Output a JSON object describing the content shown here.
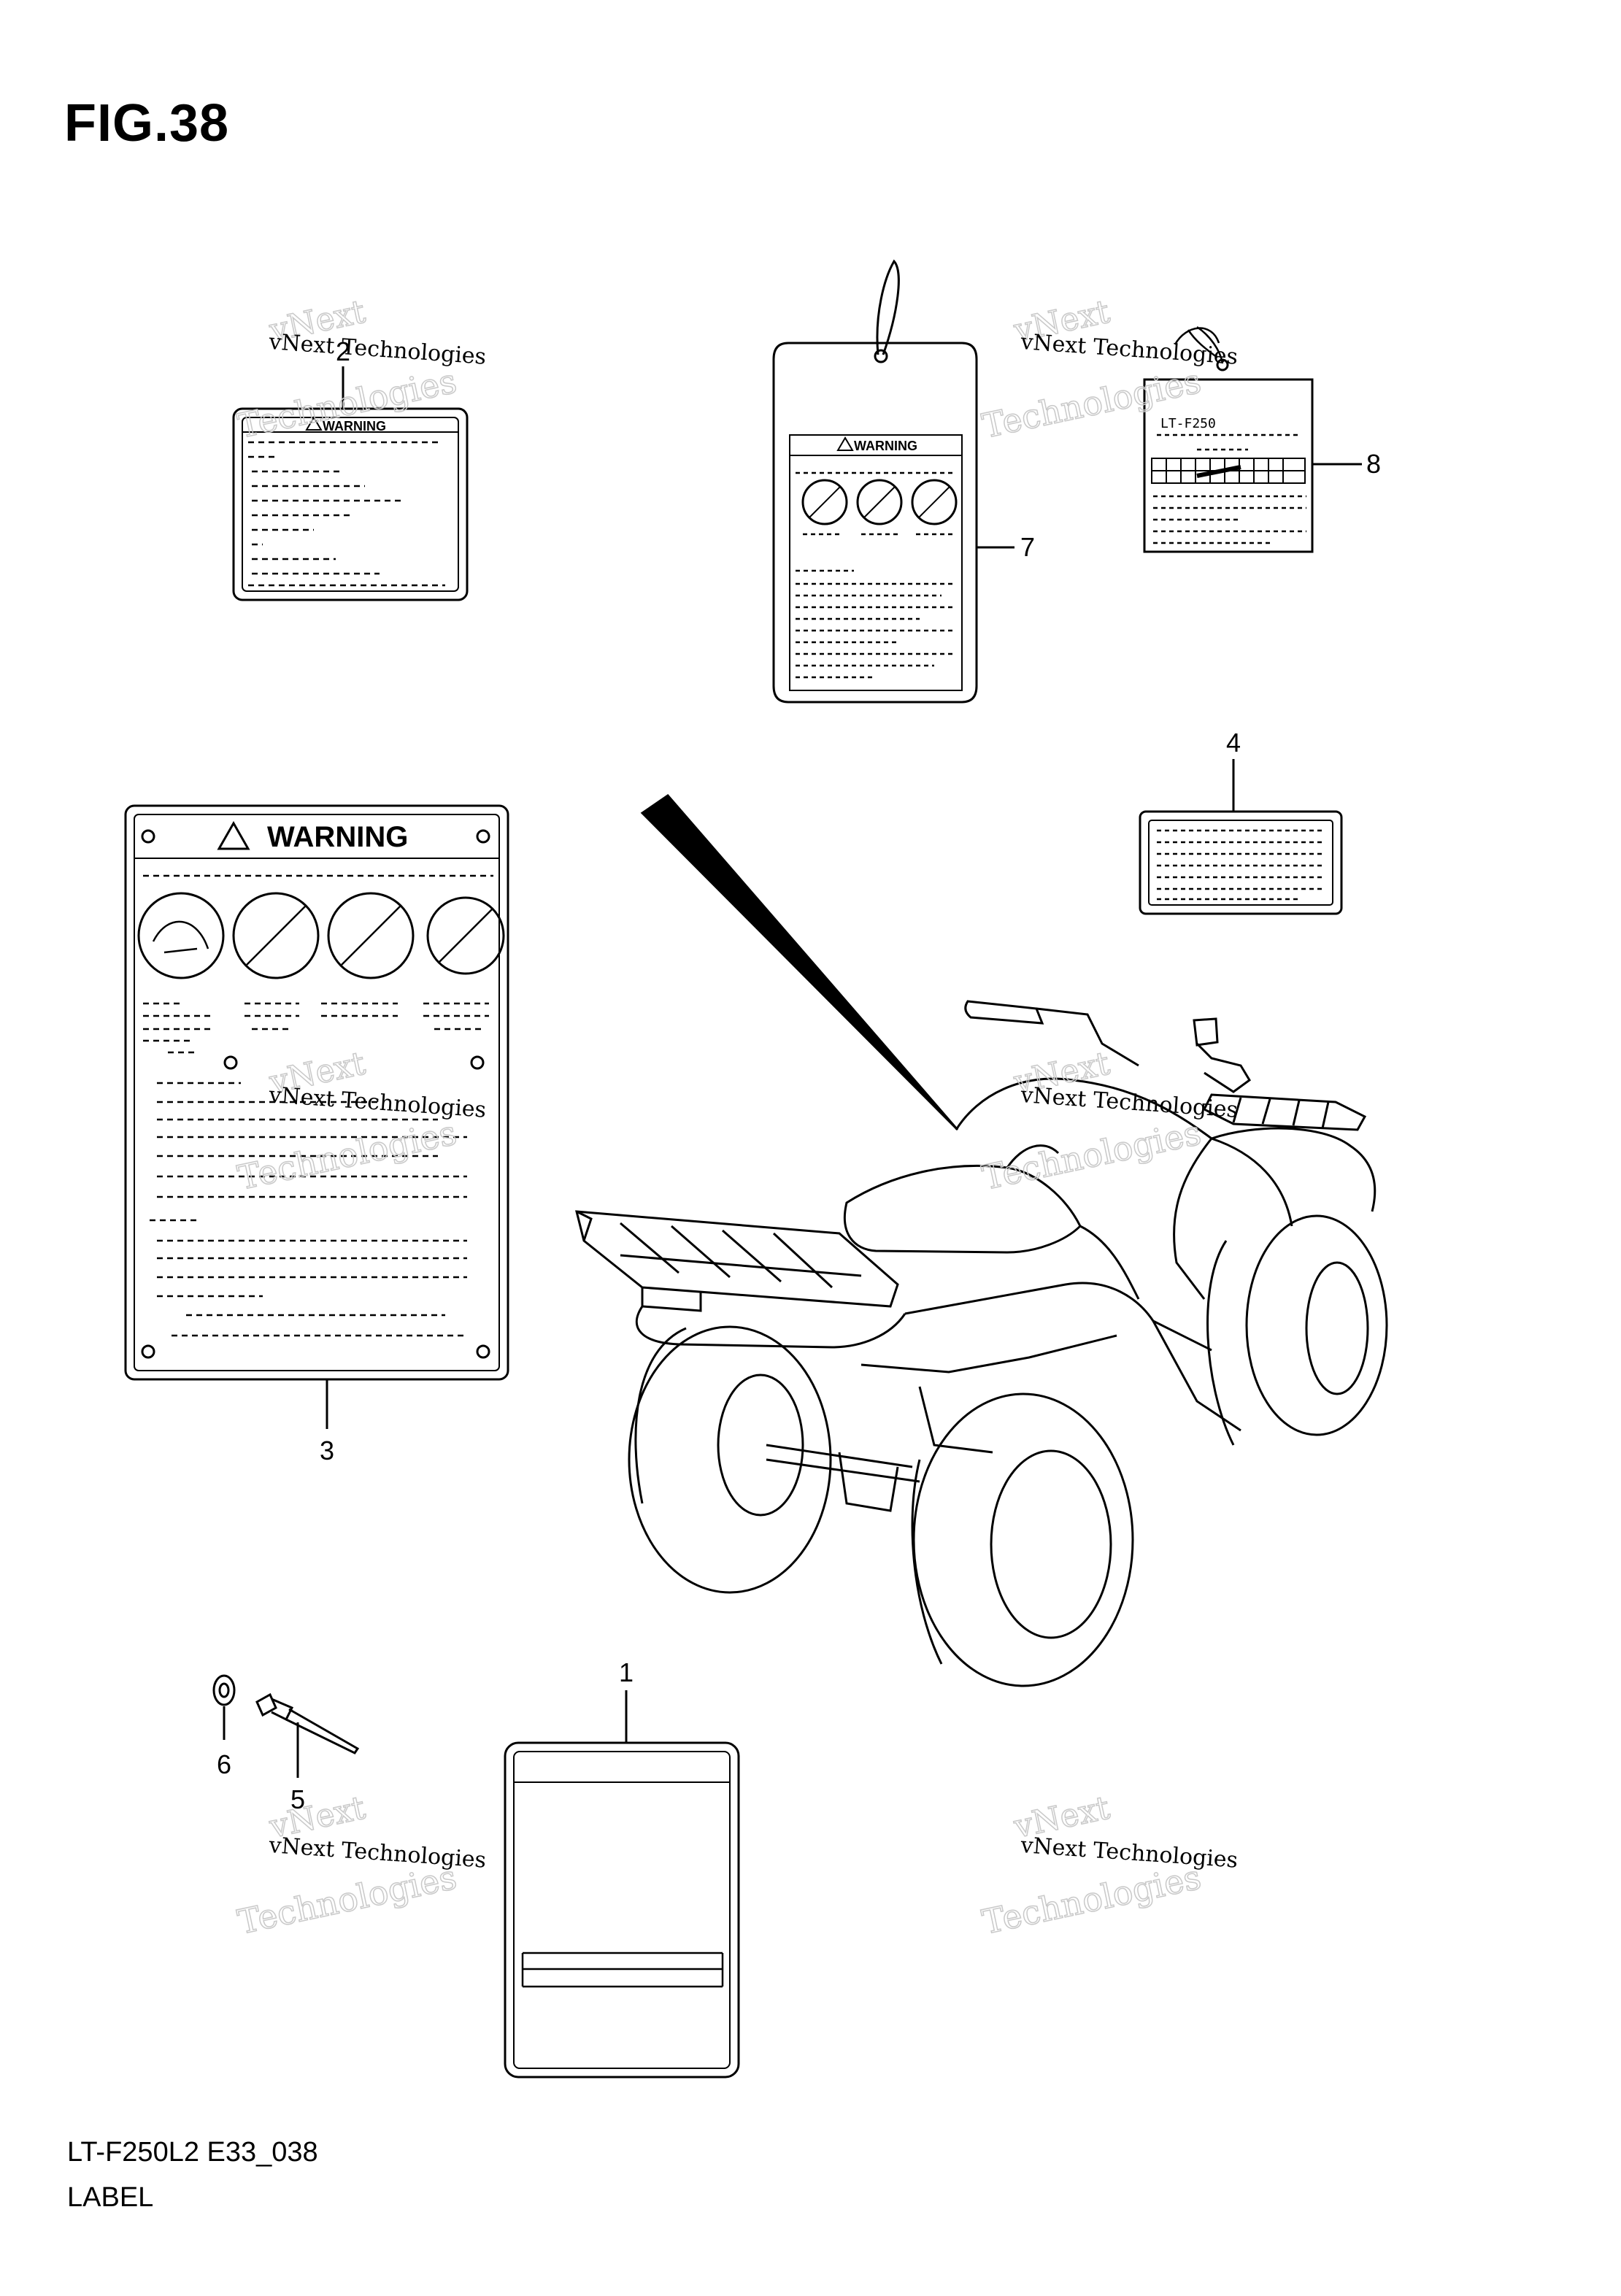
{
  "figure": {
    "title": "FIG.38",
    "code": "LT-F250L2 E33_038",
    "name": "LABEL"
  },
  "callouts": [
    "1",
    "2",
    "3",
    "4",
    "5",
    "6",
    "7",
    "8"
  ],
  "labels": {
    "warning_small": "WARNING",
    "warning_large": "WARNING",
    "model_tag": "LT-F250"
  },
  "watermark": {
    "line1": "vNext",
    "line2": "vNext Technologies",
    "line3": "Technologies"
  },
  "colors": {
    "line": "#000000",
    "watermark": "#c9c9c9"
  }
}
